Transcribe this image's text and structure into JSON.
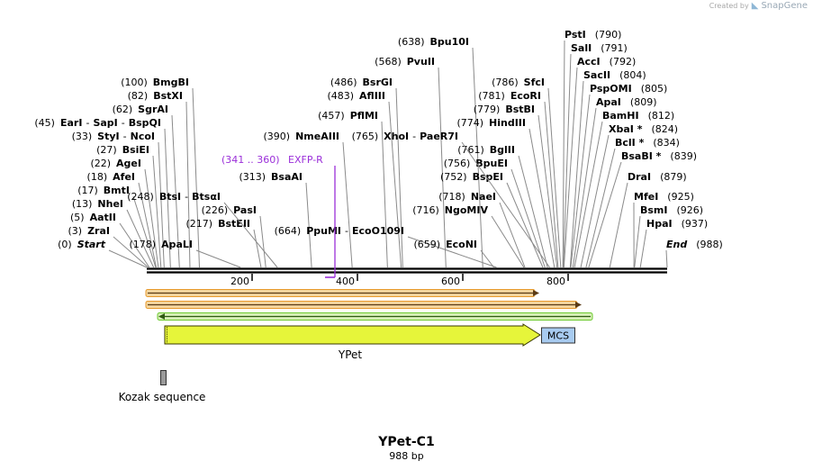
{
  "branding": {
    "created_by": "Created by",
    "app_name": "SnapGene",
    "logo_icon": "snapgene-logo-icon"
  },
  "title": "YPet-C1",
  "length_label": "988 bp",
  "sequence_length": 988,
  "ruler": {
    "ticks": [
      200,
      400,
      600,
      800
    ]
  },
  "sites": [
    {
      "pos": "(0)",
      "name": "Start",
      "bp": 0,
      "italic": true
    },
    {
      "pos": "(3)",
      "name": "ZraI",
      "bp": 3
    },
    {
      "pos": "(5)",
      "name": "AatII",
      "bp": 5
    },
    {
      "pos": "(13)",
      "name": "NheI",
      "bp": 13
    },
    {
      "pos": "(17)",
      "name": "BmtI",
      "bp": 17
    },
    {
      "pos": "(18)",
      "name": "AfeI",
      "bp": 18
    },
    {
      "pos": "(22)",
      "name": "AgeI",
      "bp": 22
    },
    {
      "pos": "(27)",
      "name": "BsiEI",
      "bp": 27
    },
    {
      "pos": "(33)",
      "name": "StyI",
      "name2": "NcoI",
      "bp": 33
    },
    {
      "pos": "(45)",
      "name": "EarI",
      "name2": "SapI",
      "name3": "BspQI",
      "bp": 45
    },
    {
      "pos": "(62)",
      "name": "SgrAI",
      "bp": 62
    },
    {
      "pos": "(82)",
      "name": "BstXI",
      "bp": 82
    },
    {
      "pos": "(100)",
      "name": "BmgBI",
      "bp": 100
    },
    {
      "pos": "(178)",
      "name": "ApaLI",
      "bp": 178
    },
    {
      "pos": "(217)",
      "name": "BstEII",
      "bp": 217
    },
    {
      "pos": "(226)",
      "name": "PasI",
      "bp": 226
    },
    {
      "pos": "(248)",
      "name": "BtsI",
      "name2": "BtsαI",
      "bp": 248
    },
    {
      "pos": "(313)",
      "name": "BsaAI",
      "bp": 313
    },
    {
      "pos": "(390)",
      "name": "NmeAIII",
      "bp": 390
    },
    {
      "pos": "(457)",
      "name": "PflMI",
      "bp": 457
    },
    {
      "pos": "(483)",
      "name": "AflIII",
      "bp": 483
    },
    {
      "pos": "(486)",
      "name": "BsrGI",
      "bp": 486
    },
    {
      "pos": "(568)",
      "name": "PvuII",
      "bp": 568
    },
    {
      "pos": "(638)",
      "name": "Bpu10I",
      "bp": 638
    },
    {
      "pos": "(664)",
      "name": "PpuMI",
      "name2": "EcoO109I",
      "bp": 664
    },
    {
      "pos": "(659)",
      "name": "EcoNI",
      "bp": 659
    },
    {
      "pos": "(716)",
      "name": "NgoMIV",
      "bp": 716
    },
    {
      "pos": "(718)",
      "name": "NaeI",
      "bp": 718
    },
    {
      "pos": "(752)",
      "name": "BspEI",
      "bp": 752
    },
    {
      "pos": "(756)",
      "name": "BpuEI",
      "bp": 756
    },
    {
      "pos": "(761)",
      "name": "BglII",
      "bp": 761
    },
    {
      "pos": "(765)",
      "name": "XhoI",
      "name2": "PaeR7I",
      "bp": 765
    },
    {
      "pos": "(774)",
      "name": "HindIII",
      "bp": 774
    },
    {
      "pos": "(779)",
      "name": "BstBI",
      "bp": 779
    },
    {
      "pos": "(781)",
      "name": "EcoRI",
      "bp": 781
    },
    {
      "pos": "(786)",
      "name": "SfcI",
      "bp": 786
    },
    {
      "pos": "(790)",
      "name": "PstI",
      "bp": 790
    },
    {
      "pos": "(791)",
      "name": "SalI",
      "bp": 791
    },
    {
      "pos": "(792)",
      "name": "AccI",
      "bp": 792
    },
    {
      "pos": "(804)",
      "name": "SacII",
      "bp": 804
    },
    {
      "pos": "(805)",
      "name": "PspOMI",
      "bp": 805
    },
    {
      "pos": "(809)",
      "name": "ApaI",
      "bp": 809
    },
    {
      "pos": "(812)",
      "name": "BamHI",
      "bp": 812
    },
    {
      "pos": "(824)",
      "name": "XbaI *",
      "bp": 824
    },
    {
      "pos": "(834)",
      "name": "BclI *",
      "bp": 834
    },
    {
      "pos": "(839)",
      "name": "BsaBI *",
      "bp": 839
    },
    {
      "pos": "(879)",
      "name": "DraI",
      "bp": 879
    },
    {
      "pos": "(925)",
      "name": "MfeI",
      "bp": 925
    },
    {
      "pos": "(926)",
      "name": "BsmI",
      "bp": 926
    },
    {
      "pos": "(937)",
      "name": "HpaI",
      "bp": 937
    },
    {
      "pos": "(988)",
      "name": "End",
      "bp": 988,
      "italic": true
    }
  ],
  "primer": {
    "range": "(341 .. 360)",
    "name": "EXFP-R",
    "color": "#9b30d9"
  },
  "features": {
    "ypet": {
      "label": "YPet",
      "color": "#e6f53a"
    },
    "mcs": {
      "label": "MCS",
      "color": "#a8cbf0"
    },
    "kozak": {
      "label": "Kozak sequence",
      "color": "#9a9a9a"
    }
  },
  "colors": {
    "orf_orange": "#e89a2c",
    "orf_green": "#6cc92e",
    "line": "#8a8a8a"
  }
}
